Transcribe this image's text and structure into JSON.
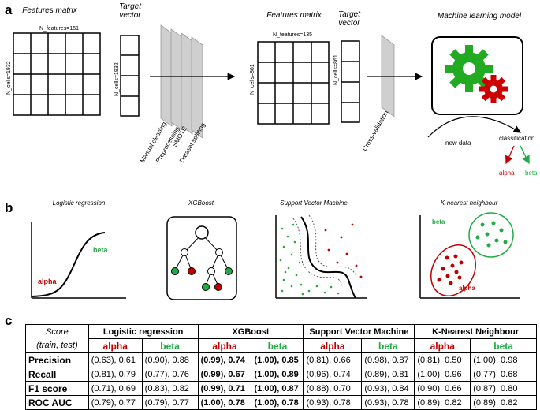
{
  "panel_a": {
    "letter": "a",
    "features_matrix_1": {
      "title": "Features matrix",
      "cols_label": "N_features=151",
      "rows_label": "N_cells=1932"
    },
    "target_vector_1": {
      "title": "Target vector",
      "rows_label": "N_cells=1932"
    },
    "preprocess_steps": [
      "Manual cleaning",
      "Preprocessing",
      "SMOTE",
      "Dataset splitting"
    ],
    "features_matrix_2": {
      "title": "Features matrix",
      "cols_label": "N_features=135",
      "rows_label": "N_cells=861"
    },
    "target_vector_2": {
      "title": "Target vector",
      "rows_label": "N_cells=861"
    },
    "cross_validation": "Cross-validation",
    "model": {
      "title": "Machine learning model"
    },
    "new_data": "new data",
    "classification": "classification",
    "class_alpha": "alpha",
    "class_beta": "beta"
  },
  "panel_b": {
    "letter": "b",
    "logistic": {
      "title": "Logistic regression",
      "alpha": "alpha",
      "beta": "beta"
    },
    "xgboost": {
      "title": "XGBoost"
    },
    "svm": {
      "title": "Support Vector Machine"
    },
    "knn": {
      "title": "K-nearest neighbour",
      "alpha": "alpha",
      "beta": "beta"
    }
  },
  "panel_c": {
    "letter": "c",
    "score_label": "Score",
    "score_sub": "(train, test)",
    "models": [
      "Logistic regression",
      "XGBoost",
      "Support Vector Machine",
      "K-Nearest Neighbour"
    ],
    "classes": [
      "alpha",
      "beta"
    ],
    "rows": [
      {
        "metric": "Precision",
        "cells": [
          "(0.63), 0.61",
          "(0.90), 0.88",
          "(0.99), 0.74",
          "(1.00), 0.85",
          "(0.81), 0.66",
          "(0.98), 0.87",
          "(0.81), 0.50",
          "(1.00), 0.98"
        ]
      },
      {
        "metric": "Recall",
        "cells": [
          "(0.81), 0.79",
          "(0.77), 0.76",
          "(0.99), 0.67",
          "(1.00), 0.89",
          "(0.96), 0.74",
          "(0.89), 0.81",
          "(1.00), 0.96",
          "(0.77), 0.68"
        ]
      },
      {
        "metric": "F1 score",
        "cells": [
          "(0.71), 0.69",
          "(0.83), 0.82",
          "(0.99), 0.71",
          "(1.00), 0.87",
          "(0.88), 0.70",
          "(0.93), 0.84",
          "(0.90), 0.66",
          "(0.87), 0.80"
        ]
      },
      {
        "metric": "ROC AUC",
        "cells": [
          "(0.79), 0.77",
          "(0.79), 0.77",
          "(1.00), 0.78",
          "(1.00), 0.78",
          "(0.93), 0.78",
          "(0.93), 0.78",
          "(0.89), 0.82",
          "(0.89), 0.82"
        ]
      }
    ]
  },
  "colors": {
    "alpha": "#c00000",
    "beta": "#22aa44",
    "gear_green": "#22aa22",
    "gear_red": "#cc0000"
  }
}
